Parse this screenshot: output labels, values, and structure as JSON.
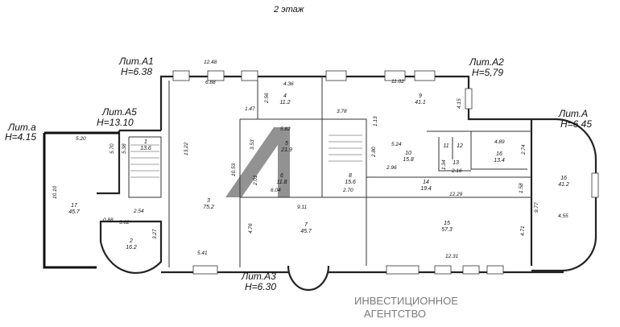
{
  "title": "2 этаж",
  "liters": [
    {
      "name": "Лит.А1",
      "height": "H=6.38"
    },
    {
      "name": "Лит.А5",
      "height": "H=13.10"
    },
    {
      "name": "Лит.а",
      "height": "H=4.15"
    },
    {
      "name": "Лит.А2",
      "height": "H=5,79"
    },
    {
      "name": "Лит.А",
      "height": "H=6.45"
    },
    {
      "name": "Лит.А3",
      "height": "H=6.30"
    }
  ],
  "rooms": [
    {
      "num": "1",
      "area": "13.6"
    },
    {
      "num": "2",
      "area": "16.2"
    },
    {
      "num": "3",
      "area": "75.2"
    },
    {
      "num": "4",
      "area": "11.2"
    },
    {
      "num": "5",
      "area": "21.9"
    },
    {
      "num": "6",
      "area": "11.8"
    },
    {
      "num": "7",
      "area": "45.7"
    },
    {
      "num": "8",
      "area": "15.6"
    },
    {
      "num": "9",
      "area": "41.1"
    },
    {
      "num": "10",
      "area": "15.8"
    },
    {
      "num": "11",
      "area": ""
    },
    {
      "num": "12",
      "area": ""
    },
    {
      "num": "13",
      "area": ""
    },
    {
      "num": "14",
      "area": "19.4"
    },
    {
      "num": "15",
      "area": "57.3"
    },
    {
      "num": "16",
      "area": "13.4"
    },
    {
      "num": "16",
      "area": "41.2"
    },
    {
      "num": "17",
      "area": "45.7"
    }
  ],
  "dimensions": [
    "12.48",
    "6.88",
    "4.36",
    "2.56",
    "1.47",
    "11.02",
    "4.15",
    "3.78",
    "1.13",
    "5.82",
    "3.53",
    "10.53",
    "2.01",
    "6.04",
    "2.70",
    "2.80",
    "5.24",
    "2.96",
    "1.34",
    "2.16",
    "4.89",
    "2.74",
    "12.29",
    "1.58",
    "9.77",
    "4.55",
    "5.20",
    "5.70",
    "5.38",
    "13.22",
    "10.10",
    "2.54",
    "0.88",
    "3.62",
    "3.27",
    "9.11",
    "4.76",
    "4.71",
    "5.41",
    "12.31"
  ],
  "watermark": {
    "line1": "ИНВЕСТИЦИОННОЕ",
    "line2": "АГЕНТСТВО"
  }
}
